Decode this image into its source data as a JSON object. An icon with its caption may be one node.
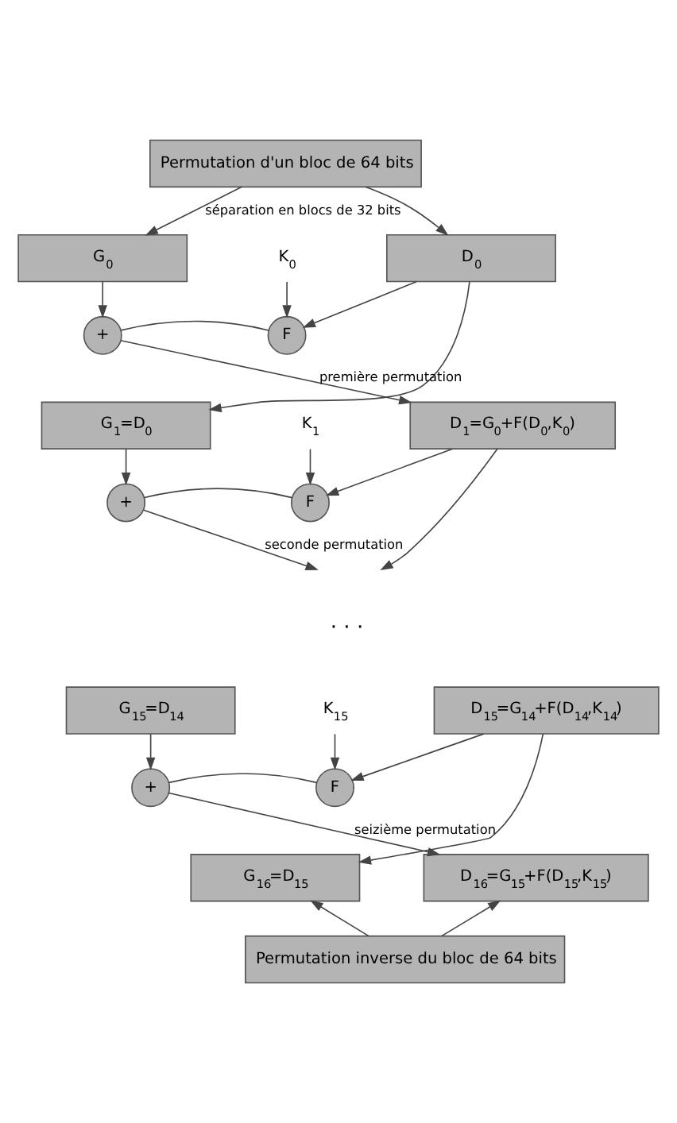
{
  "diagram": {
    "nodes": [
      {
        "text": [
          "Permutation d'un bloc de 64 bits"
        ]
      },
      {
        "text": [
          "G$_{0}$"
        ]
      },
      {
        "text": [
          "D$_{0}$"
        ]
      },
      {
        "text": [
          "K$_{0}$"
        ]
      },
      {
        "text": [
          "+"
        ]
      },
      {
        "text": [
          "F"
        ]
      },
      {
        "text": [
          "G$_{1}$=D$_{0}$"
        ]
      },
      {
        "text": [
          "D$_{1}$=G$_{0}$+F(D$_{0}$,K$_{0}$)"
        ]
      },
      {
        "text": [
          "K$_{1}$"
        ]
      },
      {
        "text": [
          "+"
        ]
      },
      {
        "text": [
          "F"
        ]
      },
      {
        "text": [
          "G$_{15}$=D$_{14}$"
        ]
      },
      {
        "text": [
          "D$_{15}$=G$_{14}$+F(D$_{14}$,K$_{14}$)"
        ]
      },
      {
        "text": [
          "K$_{15}$"
        ]
      },
      {
        "text": [
          "+"
        ]
      },
      {
        "text": [
          "F"
        ]
      },
      {
        "text": [
          "G$_{16}$=D$_{15}$"
        ]
      },
      {
        "text": [
          "D$_{16}$=G$_{15}$+F(D$_{15}$,K$_{15}$)"
        ]
      },
      {
        "text": [
          "Permutation inverse du bloc de 64 bits"
        ]
      }
    ],
    "edges": [
      {
        "from": 0,
        "to": 1,
        "arrow": "to",
        "label": "séparation en blocs de 32 bits"
      },
      {
        "from": 0,
        "to": 2,
        "arrow": "to"
      },
      {
        "from": 1,
        "to": 4,
        "arrow": "to"
      },
      {
        "from": 3,
        "to": 5,
        "arrow": "to"
      },
      {
        "from": 2,
        "to": 5,
        "arrow": "to"
      },
      {
        "from": 5,
        "to": 4,
        "arrow": "none"
      },
      {
        "from": 4,
        "to": 7,
        "arrow": "to",
        "label": "première permutation"
      },
      {
        "from": 2,
        "to": 6,
        "arrow": "to"
      },
      {
        "from": 6,
        "to": 9,
        "arrow": "to"
      },
      {
        "from": 8,
        "to": 10,
        "arrow": "to"
      },
      {
        "from": 7,
        "to": 10,
        "arrow": "to"
      },
      {
        "from": 10,
        "to": 9,
        "arrow": "none"
      },
      {
        "from": 9,
        "to": null,
        "arrow": "to",
        "label": "seconde permutation"
      },
      {
        "from": 7,
        "to": null,
        "arrow": "to"
      },
      {
        "from": 11,
        "to": 14,
        "arrow": "to"
      },
      {
        "from": 13,
        "to": 15,
        "arrow": "to"
      },
      {
        "from": 12,
        "to": 15,
        "arrow": "to"
      },
      {
        "from": 15,
        "to": 14,
        "arrow": "none"
      },
      {
        "from": 14,
        "to": 17,
        "arrow": "to",
        "label": "seizième permutation"
      },
      {
        "from": 12,
        "to": 16,
        "arrow": "to"
      },
      {
        "from": 18,
        "to": 16,
        "arrow": "to"
      },
      {
        "from": 18,
        "to": 17,
        "arrow": "to"
      }
    ],
    "labels": [
      "· · ·"
    ]
  }
}
